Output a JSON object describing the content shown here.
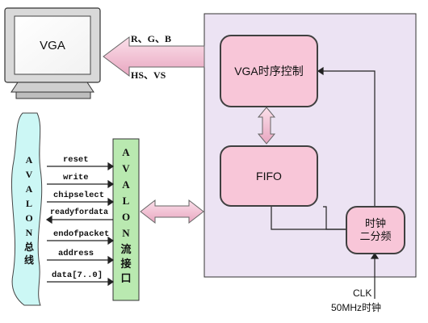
{
  "diagram": {
    "vga_monitor": {
      "label": "VGA"
    },
    "rgb_signal": "R、G、B",
    "sync_signal": "HS、VS",
    "vga_timing_block": "VGA时序控制",
    "fifo_block": "FIFO",
    "clock_divider_block": {
      "line1": "时钟",
      "line2": "二分频"
    },
    "clk_input": {
      "label": "CLK",
      "freq": "50MHz时钟"
    },
    "avalon_bus": {
      "letters": [
        "A",
        "V",
        "A",
        "L",
        "O",
        "N",
        "总",
        "线"
      ]
    },
    "avalon_stream_if": {
      "letters": [
        "A",
        "V",
        "A",
        "L",
        "O",
        "N",
        "流",
        "接",
        "口"
      ]
    },
    "signals": [
      "reset",
      "write",
      "chipselect",
      "readyfordata",
      "endofpacket",
      "address",
      "data[7..0]"
    ]
  },
  "colors": {
    "block_pink": "#f8c6d8",
    "panel_lavender": "#ece3f3",
    "bus_cyan": "#ccf7f5",
    "interface_green": "#b9e9b0",
    "monitor_gray": "#d9d9d9",
    "line": "#222222"
  }
}
